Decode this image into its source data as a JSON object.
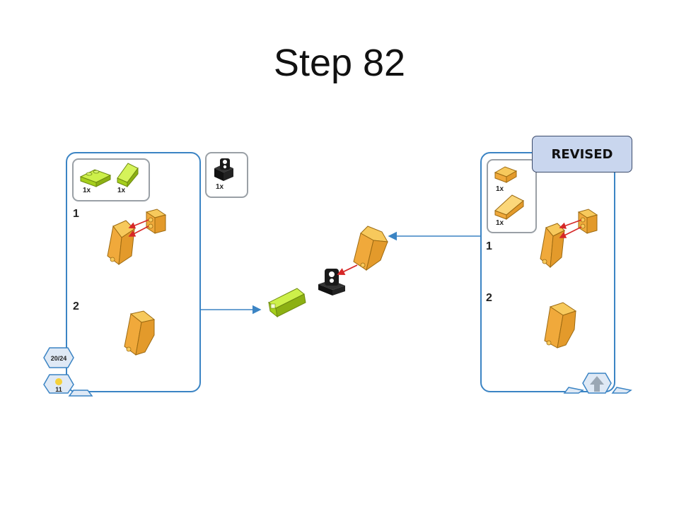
{
  "slide": {
    "title": "Step 82"
  },
  "badge": {
    "label": "REVISED"
  },
  "left_panel": {
    "parts": [
      {
        "qty": "1x"
      },
      {
        "qty": "1x"
      }
    ],
    "steps": [
      "1",
      "2"
    ]
  },
  "connector_box": {
    "qty": "1x"
  },
  "right_panel": {
    "parts": [
      {
        "qty": "1x"
      },
      {
        "qty": "1x"
      }
    ],
    "steps": [
      "1",
      "2"
    ]
  },
  "nav": {
    "progress": "20/24",
    "count": "11"
  },
  "colors": {
    "panel_border": "#3b84c4",
    "arrow_red": "#d62828",
    "brick_orange": "#f4b642",
    "brick_lime": "#b5e61d",
    "badge_bg": "#c9d6ee"
  }
}
